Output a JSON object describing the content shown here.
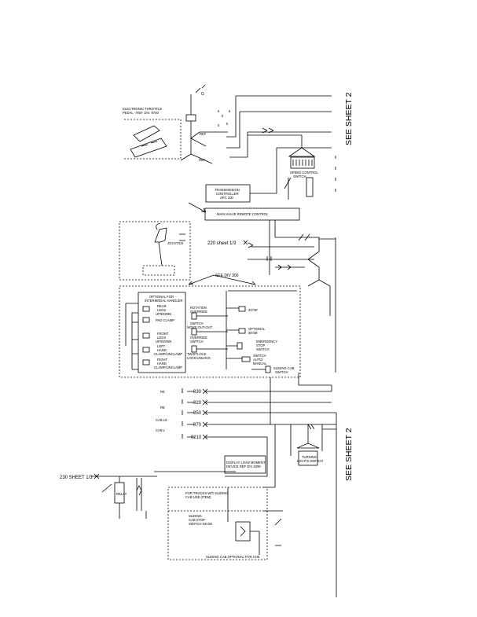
{
  "diagram": {
    "see_sheet_top": "SEE SHEET 2",
    "see_sheet_bottom": "SEE SHEET 2",
    "throttle": {
      "line1": "ELECTRONIC THROTTLE",
      "line2": "PEDAL - REF. DIV. 9700"
    },
    "throttle_terminal_g": "G",
    "ref_label_1": "REF",
    "ref_label_2": "REF",
    "transmission": {
      "line1": "TRANSMISSION",
      "line2": "CONTROLLER",
      "line3": "APC 100"
    },
    "speed_control": {
      "line1": "SPEED CONTROL",
      "line2": "SWITCH"
    },
    "main_valve": "MAIN VALVE REMOTE CONTROL",
    "ref_220": "220 sheet 1/3",
    "joystick": "JOYSTICK",
    "see_div": "SEE DIV 300",
    "optional_header": {
      "line1": "OPTIONAL FOR",
      "line2": "INTERMODAL HANDLER"
    },
    "left_switches": [
      {
        "line1": "REAR",
        "line2": "LEGS",
        "line3": "UP/DOWN"
      },
      {
        "line1": "PAD CLAMP",
        "line2": "",
        "line3": ""
      },
      {
        "line1": "FRONT",
        "line2": "LEGS",
        "line3": "UP/DOWN"
      },
      {
        "line1": "LEFT",
        "line2": "HAND",
        "line3": "CLAMP/UNCLAMP"
      },
      {
        "line1": "RIGHT",
        "line2": "HAND",
        "line3": "CLAMP/UNCLAMP"
      }
    ],
    "middle_switches": [
      {
        "line1": "ROTATION",
        "line2": "OVERRIDE",
        "line3": "SWITCH"
      },
      {
        "line1": "MOVE OUT-OUT",
        "line2": "OVERRIDE",
        "line3": "SWITCH"
      },
      {
        "line1": "TWISTLOCK",
        "line2": "LOCK/UNLOCK",
        "line3": ""
      }
    ],
    "right_switches": [
      {
        "line1": "20'/40'",
        "line2": "",
        "line3": ""
      },
      {
        "line1": "OPTIONAL",
        "line2": "30'/35'",
        "line3": ""
      },
      {
        "line1": "EMERGENCY",
        "line2": "STOP",
        "line3": "SWITCH"
      },
      {
        "line1": "SWITCH",
        "line2": "AUTO/",
        "line3": "MANUAL"
      },
      {
        "line1": "SLIDING CAB",
        "line2": "SWITCH",
        "line3": ""
      }
    ],
    "bus_tags": [
      "RE",
      "RE",
      "CAB LE",
      "CAB L"
    ],
    "connectors": [
      "030",
      "020",
      "050",
      "070",
      "0210"
    ],
    "display": {
      "line1": "DISPLAY LOAD MOMENT",
      "line2": "DEVICE REF DIV 3290"
    },
    "turning_lights": {
      "line1": "TURNING",
      "line2": "LIGHTS SWITCH"
    },
    "ref_230": "230 SHEET 1/3",
    "relay": "RELAY",
    "trucks_note": {
      "line1": "FOR TRUCKS W/O SLIDING",
      "line2": "CAB USE (ITEM)"
    },
    "sliding_stop": {
      "line1": "SLIDING",
      "line2": "CAB STOP",
      "line3": "SWITCH NO.66"
    },
    "sliding_optional": "SLIDING CAB OPTIONAL FOR CH5"
  }
}
